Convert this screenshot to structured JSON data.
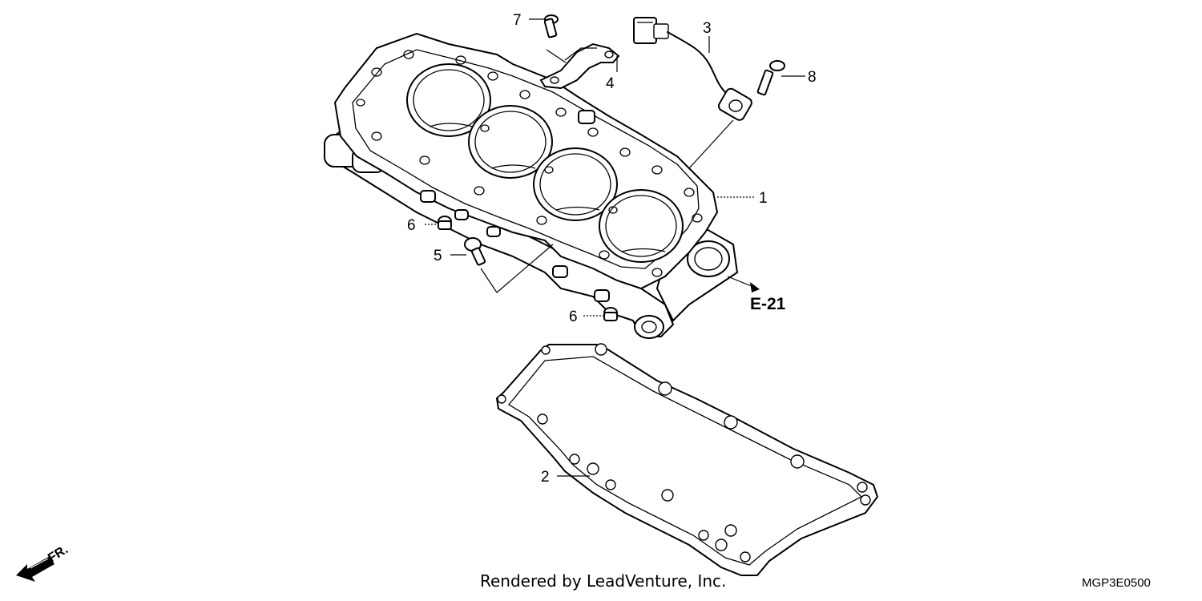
{
  "callouts": {
    "c1": "1",
    "c2": "2",
    "c3": "3",
    "c4": "4",
    "c5": "5",
    "c6a": "6",
    "c6b": "6",
    "c7": "7",
    "c8": "8"
  },
  "reference": "E-21",
  "direction": "FR.",
  "credit": "Rendered by LeadVenture, Inc.",
  "diagram_code": "MGP3E0500"
}
